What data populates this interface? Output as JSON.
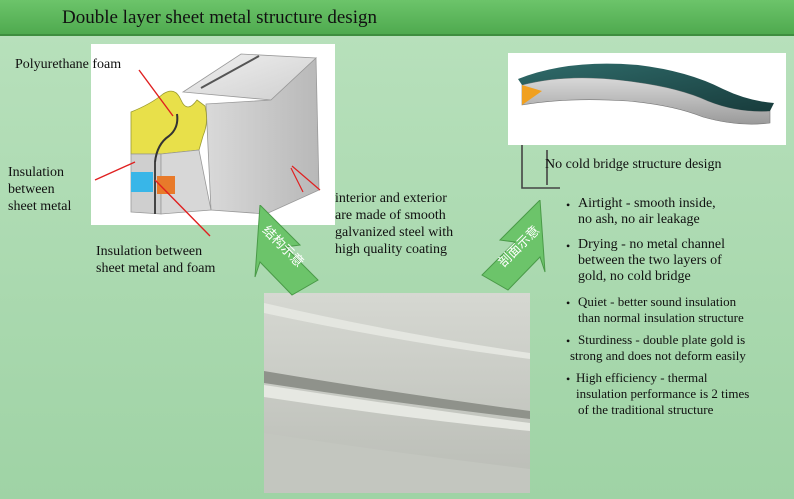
{
  "title": "Double layer sheet metal structure design",
  "labels": {
    "polyurethane": "Polyurethane foam",
    "insulation_line1": "Insulation",
    "insulation_line2": "between",
    "insulation_line3": "sheet metal",
    "foam_line1": "Insulation between",
    "foam_line2": "sheet metal and foam",
    "galv_line1": "interior and exterior",
    "galv_line2": "are made of smooth",
    "galv_line3": "galvanized steel with",
    "galv_line4": "high quality coating",
    "cold_bridge": "No cold bridge structure design"
  },
  "arrows": {
    "left": "结构示意",
    "right": "剖面示意"
  },
  "bullets": [
    {
      "lines": [
        "Airtight - smooth inside,",
        "no ash, no air leakage"
      ]
    },
    {
      "lines": [
        "Drying - no metal channel",
        "between the two layers of",
        "gold, no cold bridge"
      ]
    },
    {
      "lines": [
        "Quiet - better sound insulation",
        "than normal insulation structure"
      ]
    },
    {
      "lines": [
        "Sturdiness - double plate gold is",
        "strong and does not deform easily"
      ]
    },
    {
      "lines": [
        "High efficiency - thermal",
        "insulation performance is 2 times",
        "of the traditional structure"
      ]
    }
  ],
  "colors": {
    "header": "#5bb85a",
    "background": "#a8d8ad",
    "arrow": "#6cc46a",
    "foam": "#e8e04a",
    "insulation_blue": "#38b6e8",
    "insulation_orange": "#e87a2a",
    "corner_orange": "#f0a020"
  }
}
